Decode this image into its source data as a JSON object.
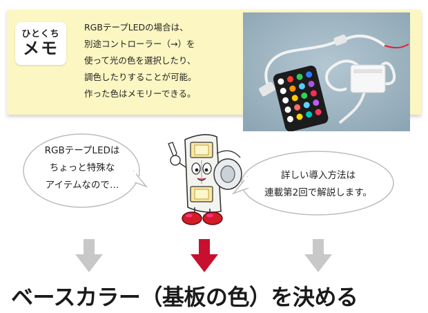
{
  "memo": {
    "badge_small": "ひとくち",
    "badge_big": "メモ",
    "lines": [
      "RGBテープLEDの場合は、",
      "別途コントローラー（→）を",
      "使って光の色を選択したり、",
      "調色したりすることが可能。",
      "作った色はメモリーできる。"
    ]
  },
  "bubble_left": {
    "lines": [
      "RGBテープLEDは",
      "ちょっと特殊な",
      "アイテムなので…"
    ]
  },
  "bubble_right": {
    "lines": [
      "詳しい導入方法は",
      "連載第2回で解説します。"
    ]
  },
  "arrows": {
    "gray": "#c8c8c8",
    "red": "#c8102e"
  },
  "headline": "ベースカラー（基板の色）を決める"
}
